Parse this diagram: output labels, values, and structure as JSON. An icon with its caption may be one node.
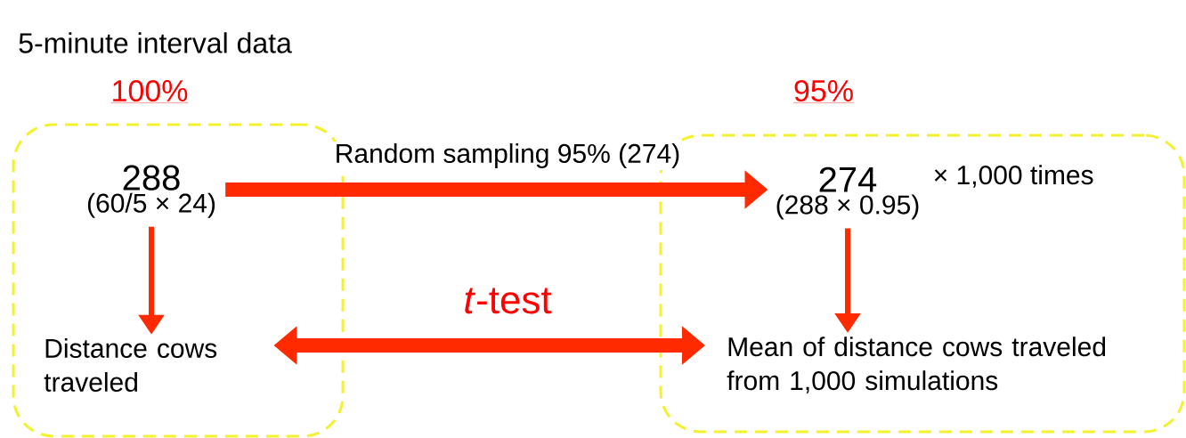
{
  "diagram": {
    "title": "5-minute interval data",
    "nodes": [
      {
        "text": [
          "100%"
        ]
      },
      {
        "text": [
          "288",
          "(60/5 × 24)"
        ],
        "in": 0
      },
      {
        "text": [
          "Distance cows traveled"
        ],
        "in": 0
      },
      {
        "text": [
          "95%"
        ]
      },
      {
        "text": [
          "274",
          "(288 × 0.95)"
        ],
        "in": 3,
        "beside": [
          "× 1,000 times"
        ]
      },
      {
        "text": [
          "Mean of distance cows traveled from 1,000 simulations"
        ],
        "in": 3
      }
    ],
    "edges": [
      {
        "from": 1,
        "to": 4,
        "arrow": "to",
        "label": "Random sampling 95% (274)",
        "style": "thick"
      },
      {
        "from": 1,
        "to": 2,
        "arrow": "to"
      },
      {
        "from": 4,
        "to": 5,
        "arrow": "to"
      },
      {
        "from": 2,
        "to": 5,
        "arrow": "both",
        "label": "*t*-test",
        "style": "thick"
      }
    ]
  }
}
